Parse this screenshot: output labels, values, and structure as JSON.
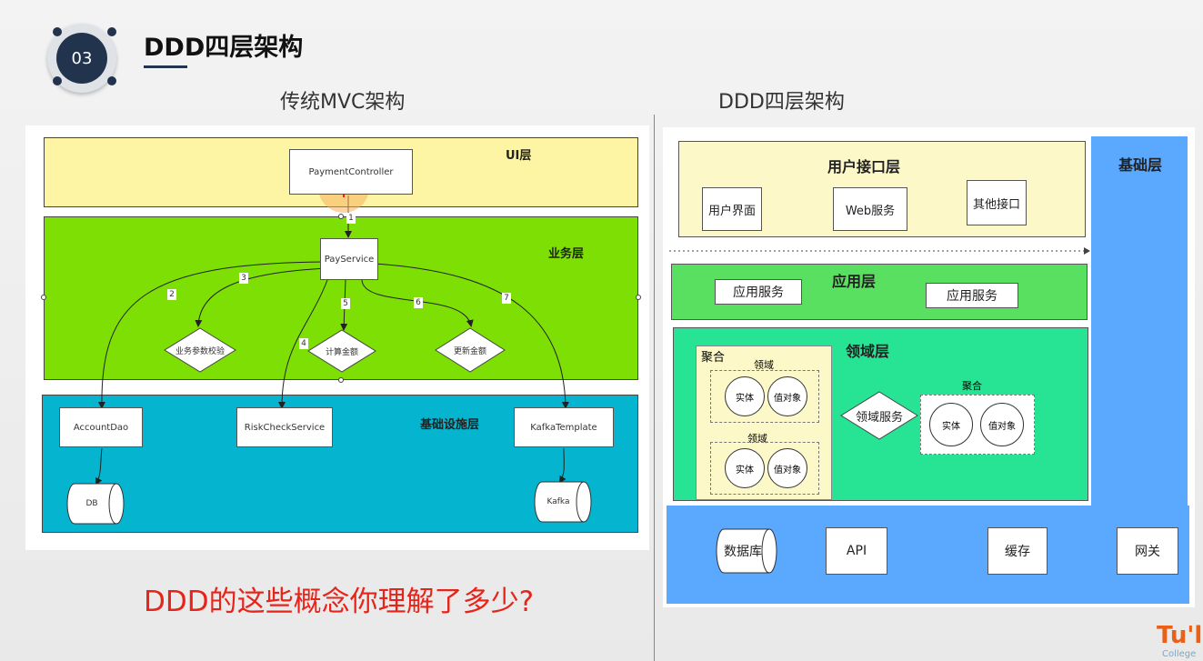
{
  "header": {
    "number": "03",
    "title": "DDD四层架构"
  },
  "left": {
    "heading": "传统MVC架构",
    "layers": {
      "ui": "UI层",
      "business": "业务层",
      "infra": "基础设施层"
    },
    "nodes": {
      "controller": "PaymentController",
      "service": "PayService",
      "validate": "业务参数校验",
      "calc": "计算金额",
      "update": "更新金额",
      "dao": "AccountDao",
      "risk": "RiskCheckService",
      "kafka_tpl": "KafkaTemplate",
      "db": "DB",
      "kafka": "Kafka"
    },
    "edge_labels": [
      "1",
      "2",
      "3",
      "4",
      "5",
      "6",
      "7"
    ]
  },
  "right": {
    "heading": "DDD四层架构",
    "infra_layer": "基础层",
    "ui_layer": {
      "title": "用户接口层",
      "items": [
        "用户界面",
        "Web服务",
        "其他接口"
      ]
    },
    "app_layer": {
      "title": "应用层",
      "items": [
        "应用服务",
        "应用服务"
      ]
    },
    "domain_layer": {
      "title": "领域层",
      "aggregate1": {
        "title": "聚合",
        "domain_label": "领域",
        "entity": "实体",
        "value_object": "值对象"
      },
      "domain_service": "领域服务",
      "aggregate2": {
        "title": "聚合",
        "entity": "实体",
        "value_object": "值对象"
      }
    },
    "infra_items": [
      "数据库",
      "API",
      "缓存",
      "网关"
    ]
  },
  "question": "DDD的这些概念你理解了多少?",
  "logo": {
    "main": "Tu'l",
    "sub": "College"
  }
}
